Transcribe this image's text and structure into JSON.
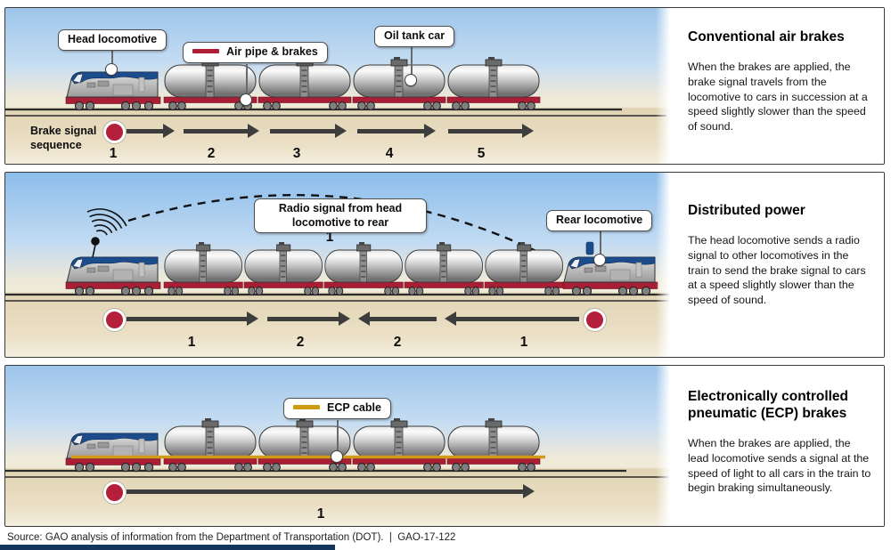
{
  "panels": [
    {
      "title": "Conventional air brakes",
      "body": "When the brakes are applied, the brake signal travels from the locomotive to cars in succession at a speed slightly slower than the speed of sound.",
      "sequence_label": "Brake signal sequence",
      "callouts": {
        "head_locomotive": "Head locomotive",
        "air_pipe": "Air pipe & brakes",
        "oil_tank_car": "Oil tank car"
      },
      "sequence": [
        "1",
        "2",
        "3",
        "4",
        "5"
      ]
    },
    {
      "title": "Distributed power",
      "body": "The head locomotive sends a radio signal to other locomotives in the train to send the brake signal to cars at a speed slightly slower than the speed of sound.",
      "callouts": {
        "radio_signal": "Radio signal from head locomotive to rear",
        "rear_locomotive": "Rear locomotive"
      },
      "radio_sequence_number": "1",
      "sequence": [
        "1",
        "2",
        "2",
        "1"
      ]
    },
    {
      "title": "Electronically controlled pneumatic (ECP) brakes",
      "body": "When the brakes are applied, the lead locomotive sends a signal at the speed of light to all cars in the train to begin braking simultaneously.",
      "callouts": {
        "ecp_cable": "ECP cable"
      },
      "sequence": [
        "1"
      ]
    }
  ],
  "source_line": "Source: GAO analysis of information from the Department of Transportation (DOT).  |  GAO-17-122",
  "colors": {
    "signal_red": "#b41f3b",
    "air_pipe_red": "#b01e33",
    "ecp_cable_gold": "#cf9b13",
    "arrow_gray": "#3d3d3d",
    "locomotive_blue": "#1c4c8c"
  }
}
